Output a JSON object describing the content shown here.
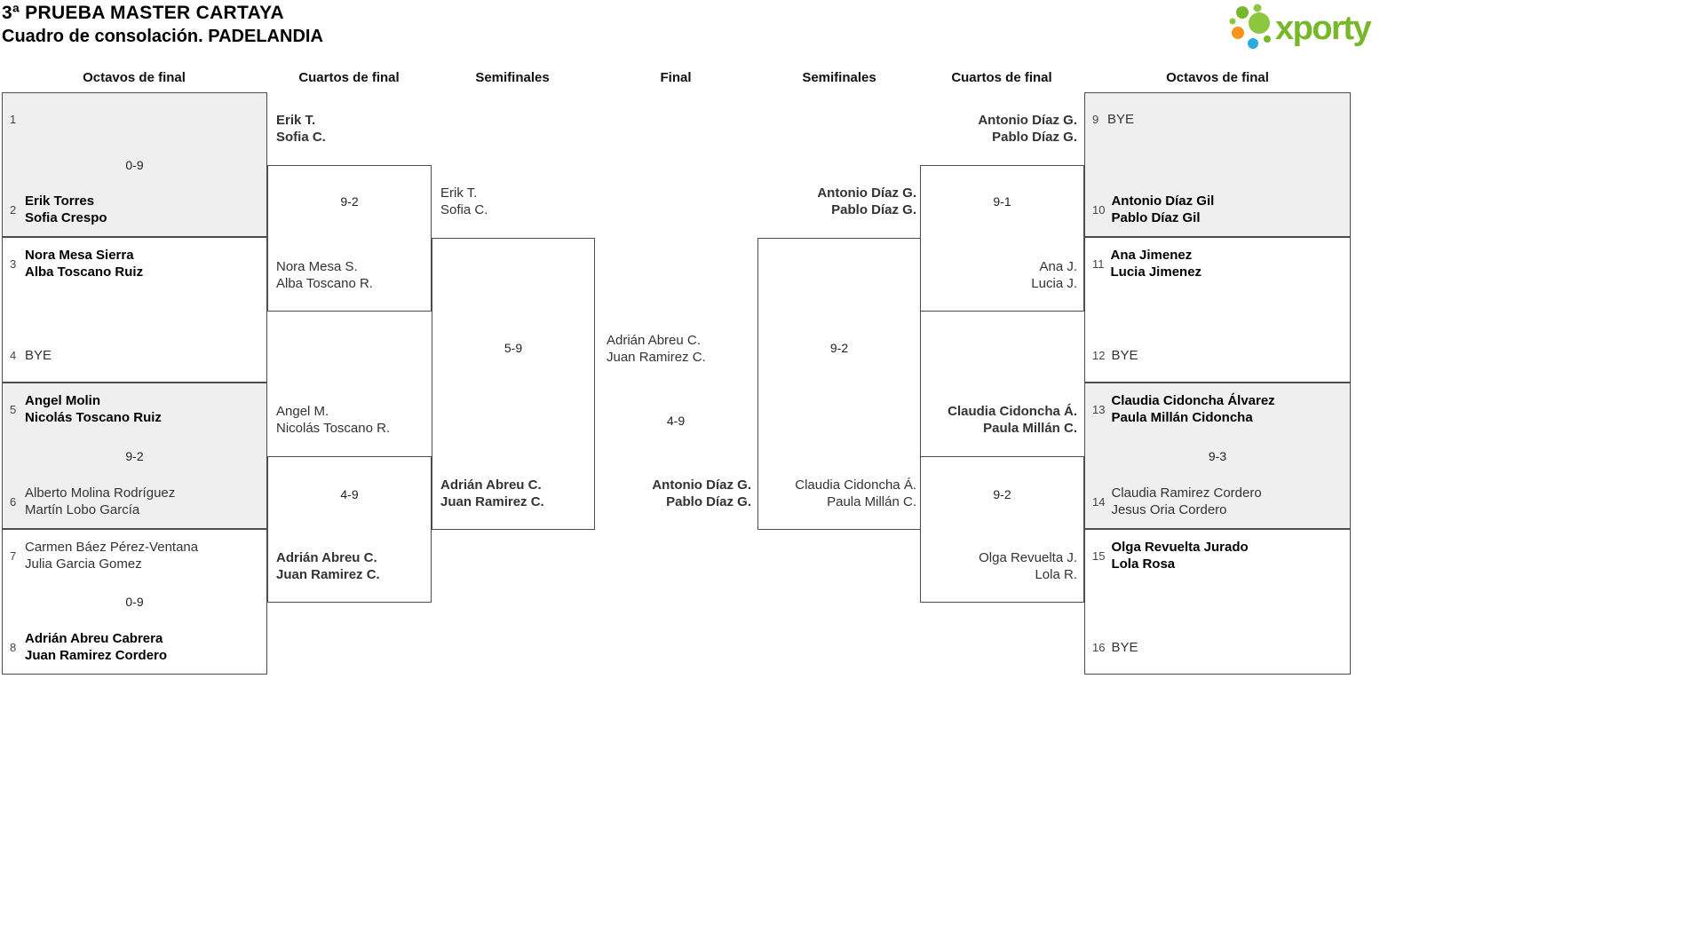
{
  "page": {
    "title_line1": "3ª PRUEBA MASTER CARTAYA",
    "title_line2": "Cuadro de consolación. PADELANDIA"
  },
  "logo": {
    "text": "xporty",
    "colors": {
      "green": "#76b82a",
      "light_green": "#8dc63f",
      "orange": "#f7941d",
      "blue": "#29abe2"
    }
  },
  "round_headers": [
    "Octavos de final",
    "Cuartos de final",
    "Semifinales",
    "Final",
    "Semifinales",
    "Cuartos de final",
    "Octavos de final"
  ],
  "octavos_left": [
    {
      "seed_top": "1",
      "team_top": [
        "",
        ""
      ],
      "score": "0-9",
      "seed_bottom": "2",
      "team_bottom": [
        "Erik Torres",
        "Sofia Crespo"
      ]
    },
    {
      "seed_top": "3",
      "team_top": [
        "Nora Mesa Sierra",
        "Alba Toscano Ruiz"
      ],
      "score": "",
      "seed_bottom": "4",
      "team_bottom": [
        "BYE"
      ]
    },
    {
      "seed_top": "5",
      "team_top": [
        "Angel Molin",
        "Nicolás Toscano Ruiz"
      ],
      "score": "9-2",
      "seed_bottom": "6",
      "team_bottom": [
        "Alberto Molina Rodríguez",
        "Martín Lobo García"
      ]
    },
    {
      "seed_top": "7",
      "team_top": [
        "Carmen Báez Pérez-Ventana",
        "Julia Garcia Gomez"
      ],
      "score": "0-9",
      "seed_bottom": "8",
      "team_bottom": [
        "Adrián Abreu Cabrera",
        "Juan Ramirez Cordero"
      ]
    }
  ],
  "cuartos_left": [
    {
      "team_top": [
        "Erik T.",
        "Sofia C."
      ],
      "score": "9-2",
      "team_bottom": [
        "Nora Mesa S.",
        "Alba Toscano R."
      ]
    },
    {
      "team_top": [
        "Angel M.",
        "Nicolás Toscano R."
      ],
      "score": "4-9",
      "team_bottom": [
        "Adrián Abreu C.",
        "Juan Ramirez C."
      ]
    }
  ],
  "semifinal_left": {
    "team_top": [
      "Erik T.",
      "Sofia C."
    ],
    "score": "5-9",
    "team_bottom": [
      "Adrián Abreu C.",
      "Juan Ramirez C."
    ]
  },
  "final": {
    "team_top": [
      "Adrián Abreu C.",
      "Juan Ramirez C."
    ],
    "score": "4-9",
    "team_bottom": [
      "Antonio Díaz G.",
      "Pablo Díaz G."
    ]
  },
  "semifinal_right": {
    "team_top": [
      "Antonio Díaz G.",
      "Pablo Díaz G."
    ],
    "score": "9-2",
    "team_bottom": [
      "Claudia Cidoncha Á.",
      "Paula Millán C."
    ]
  },
  "cuartos_right": [
    {
      "team_top": [
        "Antonio Díaz G.",
        "Pablo Díaz G."
      ],
      "score": "9-1",
      "team_bottom": [
        "Ana J.",
        "Lucia J."
      ]
    },
    {
      "team_top": [
        "Claudia Cidoncha Á.",
        "Paula Millán C."
      ],
      "score": "9-2",
      "team_bottom": [
        "Olga Revuelta J.",
        "Lola R."
      ]
    }
  ],
  "octavos_right": [
    {
      "seed_top": "9",
      "team_top": [
        "BYE"
      ],
      "score": "",
      "seed_bottom": "10",
      "team_bottom": [
        "Antonio Díaz Gil",
        "Pablo Díaz Gil"
      ]
    },
    {
      "seed_top": "11",
      "team_top": [
        "Ana Jimenez",
        "Lucia Jimenez"
      ],
      "score": "",
      "seed_bottom": "12",
      "team_bottom": [
        "BYE"
      ]
    },
    {
      "seed_top": "13",
      "team_top": [
        "Claudia Cidoncha Álvarez",
        "Paula Millán Cidoncha"
      ],
      "score": "9-3",
      "seed_bottom": "14",
      "team_bottom": [
        "Claudia Ramirez Cordero",
        "Jesus Oria Cordero"
      ]
    },
    {
      "seed_top": "15",
      "team_top": [
        "Olga Revuelta Jurado",
        "Lola Rosa"
      ],
      "score": "",
      "seed_bottom": "16",
      "team_bottom": [
        "BYE"
      ]
    }
  ]
}
